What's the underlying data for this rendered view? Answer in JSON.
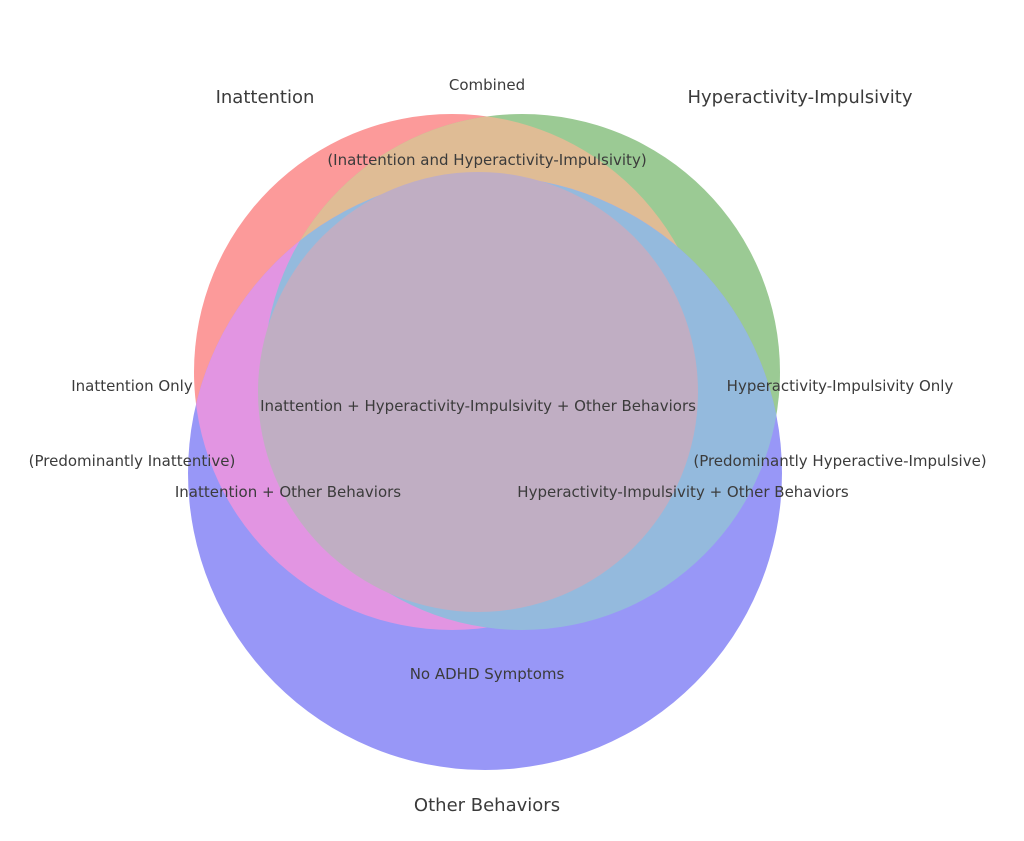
{
  "diagram": {
    "type": "venn3",
    "topic": "ADHD symptom presentation",
    "colors": {
      "background": "#ffffff",
      "text": "#3b3b3b",
      "inattention": "#fc9a9a",
      "hyperactivity": "#9bca94",
      "other": "#9897f7",
      "inattention_hyperactivity": "#dfbc95",
      "inattention_other": "#e295e2",
      "hyperactivity_other": "#94badd",
      "triple": "#c0aec3"
    },
    "sets": [
      {
        "name": "Inattention",
        "color": "#fc9a9a"
      },
      {
        "name": "Hyperactivity-Impulsivity",
        "color": "#9bca94"
      },
      {
        "name": "Other Behaviors",
        "color": "#9897f7"
      }
    ],
    "labels": {
      "combined_line1": "Combined",
      "combined_line2": "(Inattention and Hyperactivity-Impulsivity)",
      "set_inattention": "Inattention",
      "set_hyperactivity": "Hyperactivity-Impulsivity",
      "set_other": "Other Behaviors",
      "inattention_only_line1": "Inattention Only",
      "inattention_only_line2": "(Predominantly Inattentive)",
      "hyperactivity_only_line1": "Hyperactivity-Impulsivity Only",
      "hyperactivity_only_line2": "(Predominantly Hyperactive-Impulsive)",
      "triple": "Inattention + Hyperactivity-Impulsivity + Other Behaviors",
      "inattention_other": "Inattention + Other Behaviors",
      "hyperactivity_other": "Hyperactivity-Impulsivity + Other Behaviors",
      "none": "No ADHD Symptoms"
    }
  }
}
